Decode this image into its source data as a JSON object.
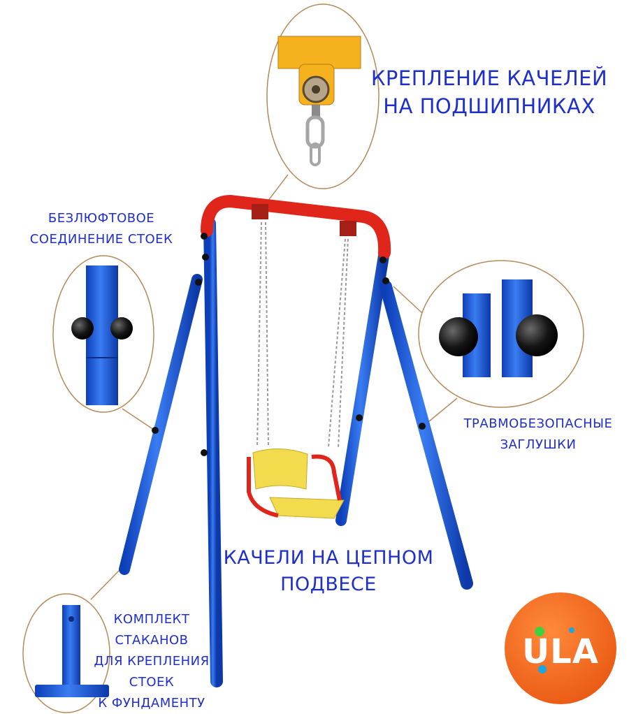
{
  "labels": {
    "bearing_mount": [
      "КРЕПЛЕНИЕ КАЧЕЛЕЙ",
      "НА ПОДШИПНИКАХ"
    ],
    "joint": [
      "БЕЗЛЮФТОВОЕ",
      "СОЕДИНЕНИЕ СТОЕК"
    ],
    "plugs": [
      "ТРАВМОБЕЗОПАСНЫЕ",
      "ЗАГЛУШКИ"
    ],
    "chain_suspension": [
      "КАЧЕЛИ НА ЦЕПНОМ",
      "ПОДВЕСЕ"
    ],
    "foundation_cups": [
      "КОМПЛЕКТ",
      "СТАКАНОВ",
      "ДЛЯ КРЕПЛЕНИЯ",
      "СТОЕК",
      "К ФУНДАМЕНТУ"
    ]
  },
  "logo": {
    "text": "ULA"
  },
  "colors": {
    "label_text": "#1f2fc9",
    "frame_blue": "#1f5fe0",
    "crossbar_red": "#e0261b",
    "seat_yellow": "#f2dc4e",
    "logo_orange": "#f2661b",
    "bearing_yellow": "#f5b21e"
  },
  "icons": [
    "swing-frame",
    "bearing-clamp",
    "rubber-plug",
    "foundation-cup",
    "chain"
  ]
}
